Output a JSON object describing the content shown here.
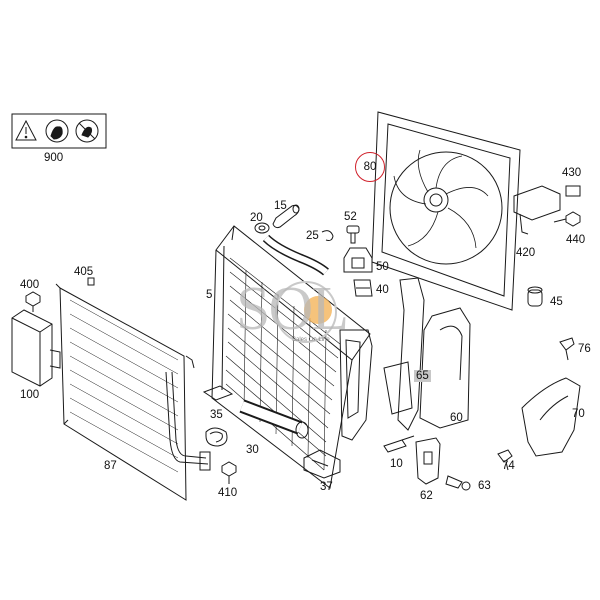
{
  "labels": {
    "p900": "900",
    "p15": "15",
    "p20": "20",
    "p52": "52",
    "p25": "25",
    "p405": "405",
    "p400": "400",
    "p5": "5",
    "p50": "50",
    "p40": "40",
    "p65": "65",
    "p100": "100",
    "p35": "35",
    "p30": "30",
    "p87": "87",
    "p410": "410",
    "p37": "37",
    "p10": "10",
    "p60": "60",
    "p62": "62",
    "p63": "63",
    "p80": "80",
    "p430": "430",
    "p420": "420",
    "p440": "440",
    "p45": "45",
    "p76": "76",
    "p70": "70",
    "p74": "74"
  },
  "watermark": {
    "letters": "SOL",
    "tagline": "Sales On Line"
  },
  "colors": {
    "line": "#1a1a1a",
    "highlight_circle": "#d0202a",
    "highlight_box": "#c7c7c7"
  },
  "icons": [
    "warning-triangle-icon",
    "no-touch-hand-icon",
    "no-fan-hand-icon"
  ]
}
